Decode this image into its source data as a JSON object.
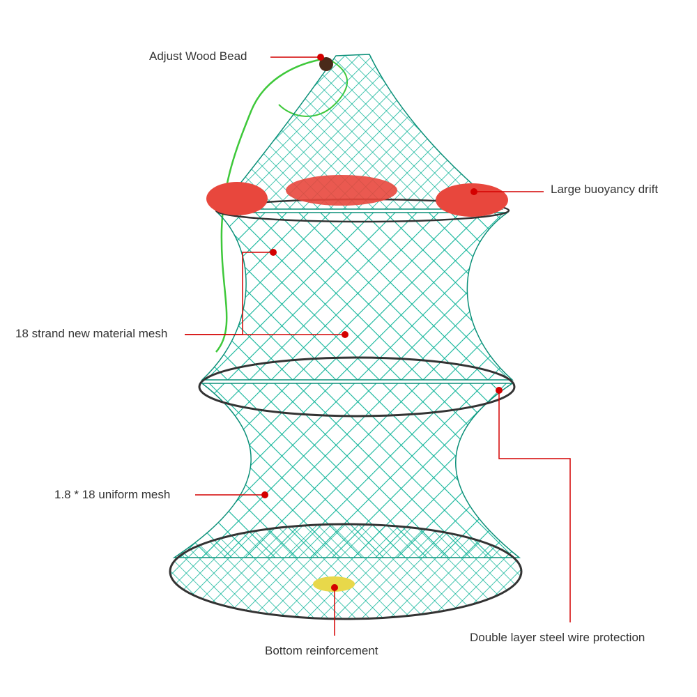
{
  "callouts": {
    "bead": "Adjust Wood Bead",
    "drift": "Large buoyancy drift",
    "strand": "18 strand new material mesh",
    "mesh": "1.8 * 18 uniform mesh",
    "bottom": "Bottom reinforcement",
    "wire": "Double layer steel wire protection"
  },
  "colors": {
    "net": "#12b59a",
    "net_dark": "#0a8f78",
    "float": "#e8473d",
    "rope": "#3ec83a",
    "wire": "#333333",
    "leader": "#d40000",
    "bead": "#4a2a1a",
    "pad": "#e8d84a"
  }
}
